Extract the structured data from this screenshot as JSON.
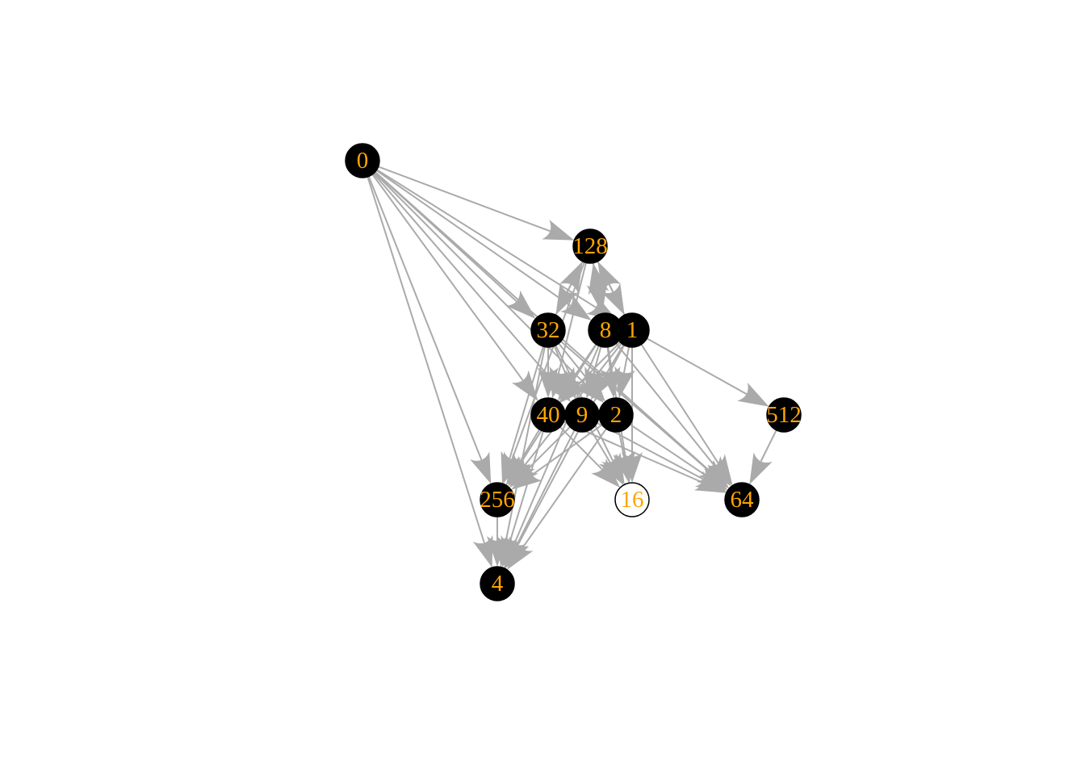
{
  "graph": {
    "colors": {
      "edge": "#aaaaaa",
      "node_fill": "#000000",
      "node_fill_white": "#ffffff",
      "node_stroke": "#000000",
      "label": "#ffa500"
    },
    "nodes": [
      {
        "id": "n0",
        "label": "0",
        "fill": "black"
      },
      {
        "id": "n128",
        "label": "128",
        "fill": "black"
      },
      {
        "id": "n32",
        "label": "32",
        "fill": "black"
      },
      {
        "id": "n8",
        "label": "8",
        "fill": "black"
      },
      {
        "id": "n1",
        "label": "1",
        "fill": "black"
      },
      {
        "id": "n40",
        "label": "40",
        "fill": "black"
      },
      {
        "id": "n9",
        "label": "9",
        "fill": "black"
      },
      {
        "id": "n2",
        "label": "2",
        "fill": "black"
      },
      {
        "id": "n512",
        "label": "512",
        "fill": "black"
      },
      {
        "id": "n256",
        "label": "256",
        "fill": "black"
      },
      {
        "id": "n16",
        "label": "16",
        "fill": "white"
      },
      {
        "id": "n64",
        "label": "64",
        "fill": "black"
      },
      {
        "id": "n4",
        "label": "4",
        "fill": "black"
      }
    ],
    "edges": [
      [
        "n0",
        "n128"
      ],
      [
        "n0",
        "n32"
      ],
      [
        "n0",
        "n8"
      ],
      [
        "n0",
        "n1"
      ],
      [
        "n0",
        "n40"
      ],
      [
        "n0",
        "n2"
      ],
      [
        "n0",
        "n256"
      ],
      [
        "n0",
        "n4"
      ],
      [
        "n0",
        "n64"
      ],
      [
        "n0",
        "n9"
      ],
      [
        "n128",
        "n32"
      ],
      [
        "n128",
        "n8"
      ],
      [
        "n128",
        "n1"
      ],
      [
        "n128",
        "n40"
      ],
      [
        "n128",
        "n256"
      ],
      [
        "n32",
        "n128"
      ],
      [
        "n32",
        "n40"
      ],
      [
        "n32",
        "n9"
      ],
      [
        "n32",
        "n2"
      ],
      [
        "n32",
        "n16"
      ],
      [
        "n32",
        "n64"
      ],
      [
        "n32",
        "n256"
      ],
      [
        "n32",
        "n4"
      ],
      [
        "n8",
        "n40"
      ],
      [
        "n8",
        "n9"
      ],
      [
        "n8",
        "n2"
      ],
      [
        "n8",
        "n16"
      ],
      [
        "n8",
        "n64"
      ],
      [
        "n8",
        "n256"
      ],
      [
        "n8",
        "n4"
      ],
      [
        "n8",
        "n128"
      ],
      [
        "n1",
        "n512"
      ],
      [
        "n1",
        "n40"
      ],
      [
        "n1",
        "n9"
      ],
      [
        "n1",
        "n2"
      ],
      [
        "n1",
        "n16"
      ],
      [
        "n1",
        "n64"
      ],
      [
        "n1",
        "n256"
      ],
      [
        "n1",
        "n4"
      ],
      [
        "n1",
        "n128"
      ],
      [
        "n40",
        "n256"
      ],
      [
        "n40",
        "n4"
      ],
      [
        "n40",
        "n16"
      ],
      [
        "n40",
        "n64"
      ],
      [
        "n40",
        "n2"
      ],
      [
        "n9",
        "n256"
      ],
      [
        "n9",
        "n4"
      ],
      [
        "n9",
        "n16"
      ],
      [
        "n9",
        "n64"
      ],
      [
        "n2",
        "n256"
      ],
      [
        "n2",
        "n4"
      ],
      [
        "n2",
        "n16"
      ],
      [
        "n2",
        "n64"
      ],
      [
        "n512",
        "n64"
      ],
      [
        "n256",
        "n4"
      ]
    ]
  }
}
